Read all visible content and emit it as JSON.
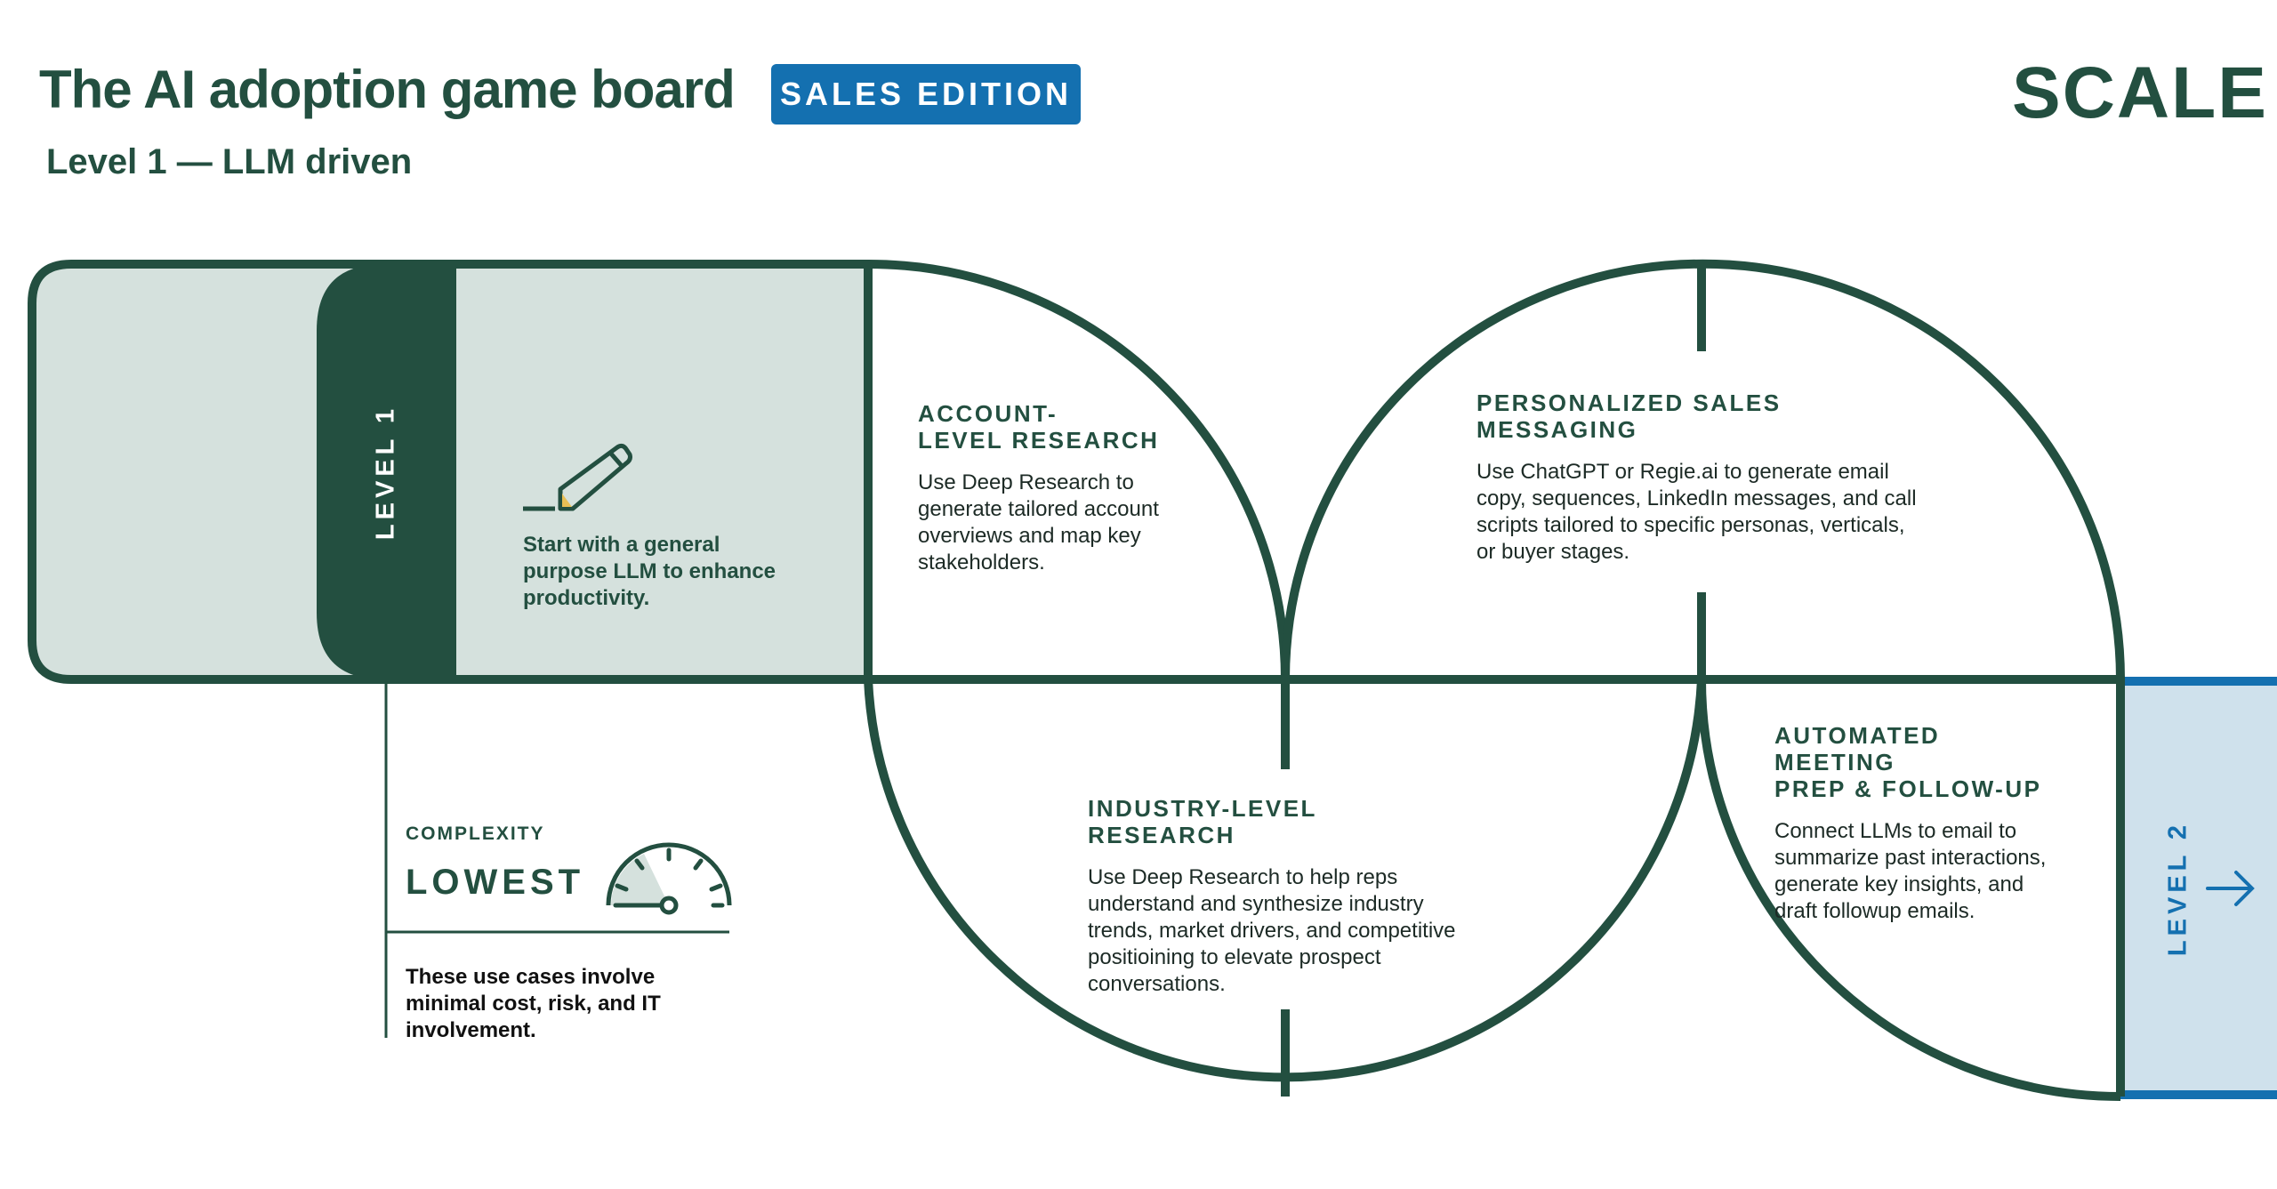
{
  "header": {
    "title": "The AI adoption game board",
    "badge": "SALES EDITION",
    "subtitle": "Level 1 — LLM driven",
    "logo": "SCALE"
  },
  "colors": {
    "primary": "#234f40",
    "light_fill": "#d5e1dd",
    "accent_blue": "#1470b0",
    "light_blue": "#cfe1ec",
    "pencil_tip": "#e8bf55"
  },
  "level1": {
    "label": "LEVEL 1",
    "icon": "pencil-icon",
    "description": "Start with a general purpose LLM to enhance productivity."
  },
  "cards": [
    {
      "title": "ACCOUNT-\nLEVEL RESEARCH",
      "body": "Use Deep Research to generate tailored account overviews and map key stakeholders."
    },
    {
      "title": "PERSONALIZED SALES MESSAGING",
      "body": "Use ChatGPT or Regie.ai to generate email copy, sequences, LinkedIn messages, and call scripts tailored to specific personas, verticals, or buyer stages."
    },
    {
      "title": "INDUSTRY-LEVEL RESEARCH",
      "body": "Use Deep Research to help reps understand and synthesize industry trends, market drivers, and competitive positioining to elevate prospect conversations."
    },
    {
      "title": "AUTOMATED MEETING\nPREP & FOLLOW-UP",
      "body": "Connect LLMs to email to summarize past interactions, generate key insights, and draft followup emails."
    }
  ],
  "complexity": {
    "label": "COMPLEXITY",
    "value": "LOWEST",
    "gauge_level": 0.2,
    "icon": "gauge-icon",
    "description": "These use cases involve minimal cost, risk, and IT involvement."
  },
  "level2": {
    "label": "LEVEL 2",
    "icon": "arrow-right-icon"
  }
}
